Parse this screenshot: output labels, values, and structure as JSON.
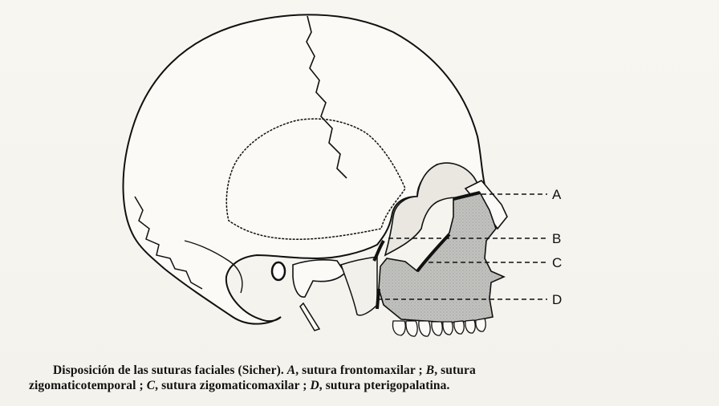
{
  "figure": {
    "labels": {
      "a": "A",
      "b": "B",
      "c": "C",
      "d": "D"
    }
  },
  "caption": {
    "line1": {
      "intro": "Disposición de las suturas faciales (Sicher). ",
      "a_letter": "A",
      "a_text": ", sutura frontomaxilar ; ",
      "b_letter": "B",
      "b_text": ", sutura"
    },
    "line2": {
      "b_text": "zigomaticotemporal ; ",
      "c_letter": "C",
      "c_text": ", sutura zigomaticomaxilar ; ",
      "d_letter": "D",
      "d_text": ", sutura pterigopalatina."
    }
  },
  "colors": {
    "paper": "#f6f4ef",
    "ink": "#111111",
    "shaded_maxilla": "#b7b7b4"
  }
}
